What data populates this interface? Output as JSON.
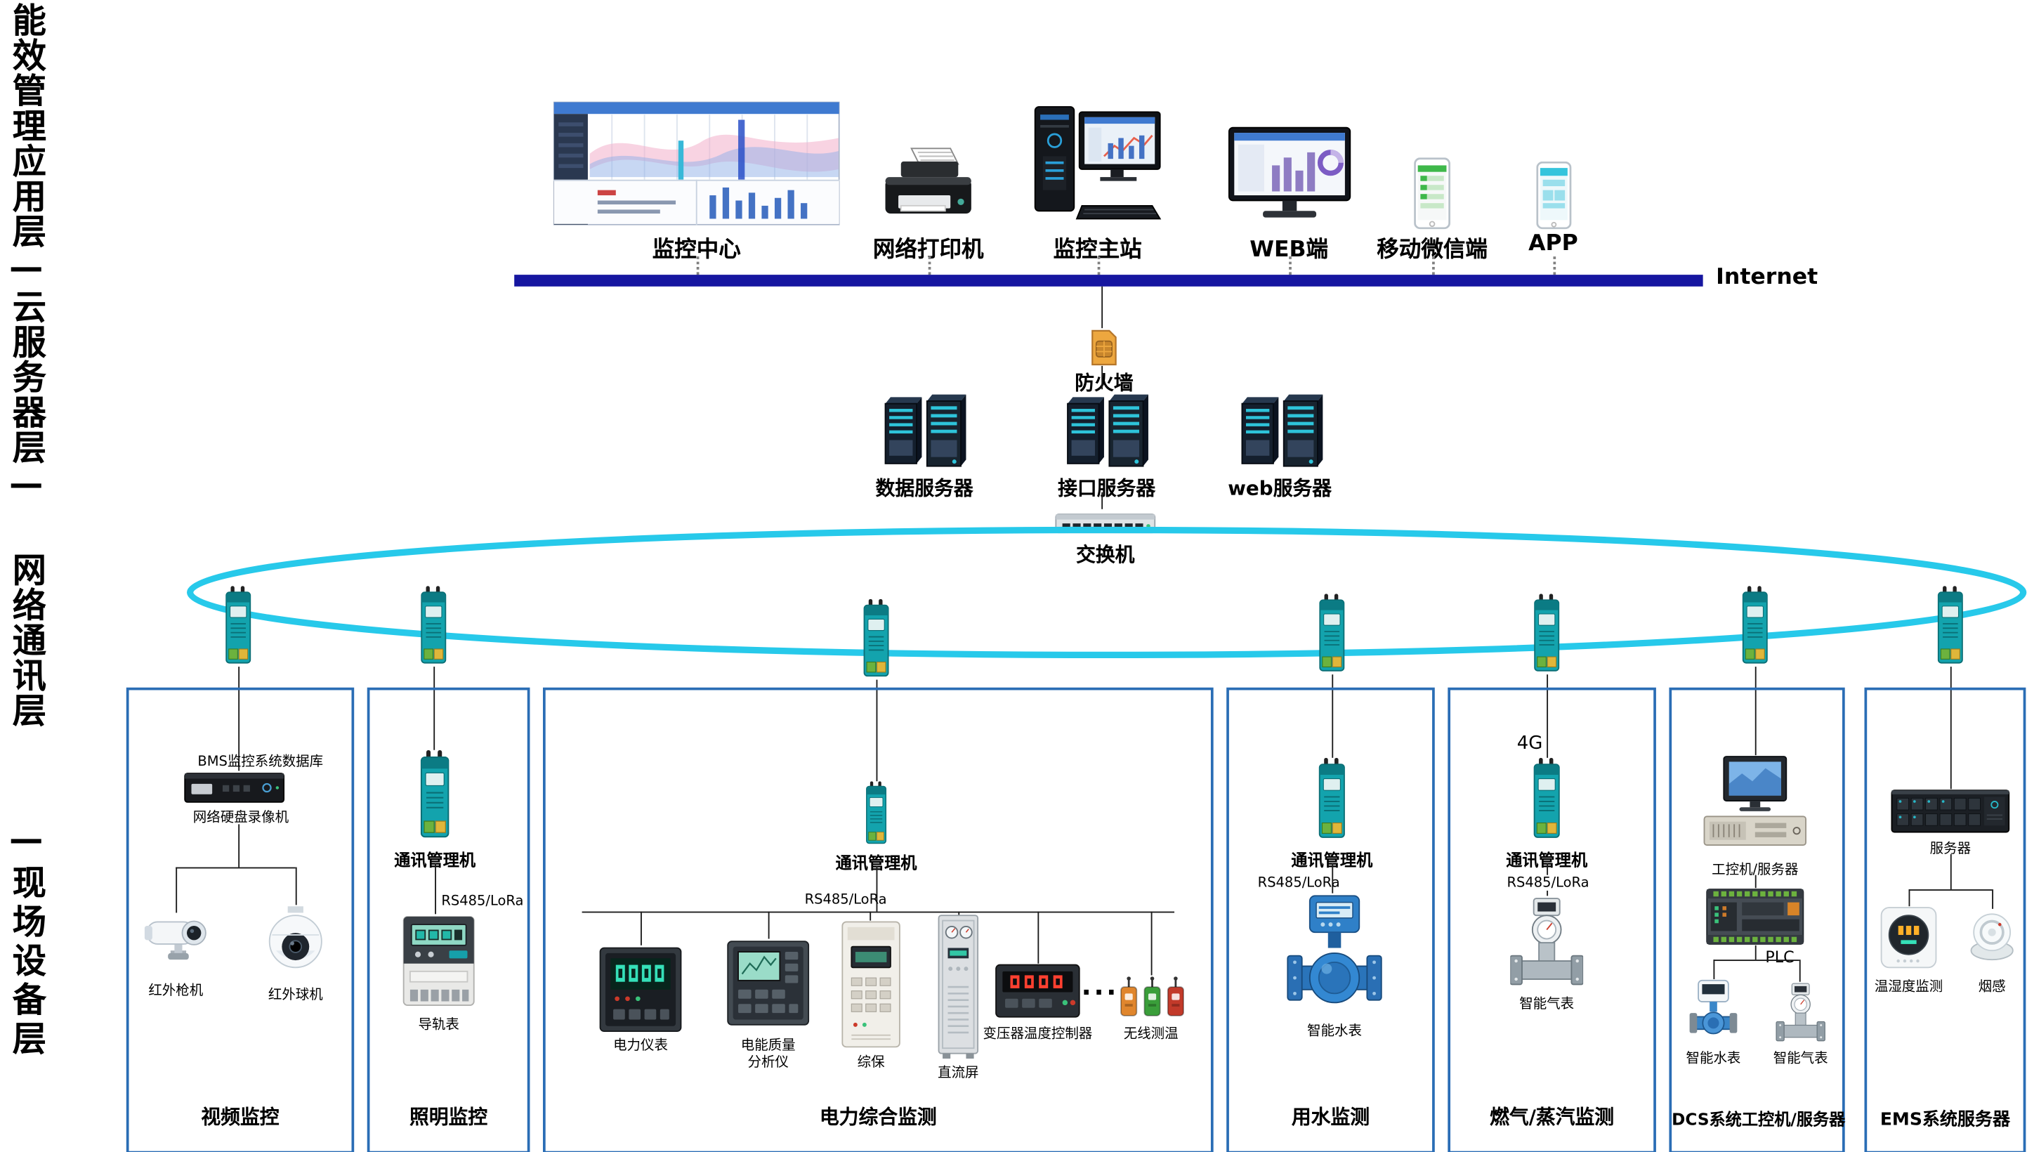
{
  "layers": {
    "left_labels": [
      {
        "text": "能效管理应用层"
      },
      {
        "text": "—"
      },
      {
        "text": "云服务器层"
      },
      {
        "text": "—"
      },
      {
        "text": "网络通讯层"
      },
      {
        "text": "—"
      },
      {
        "text": "现场设备层"
      }
    ]
  },
  "app_layer": {
    "nodes": [
      {
        "label": "监控中心"
      },
      {
        "label": "网络打印机"
      },
      {
        "label": "监控主站"
      },
      {
        "label": "WEB端"
      },
      {
        "label": "移动微信端"
      },
      {
        "label": "APP"
      }
    ],
    "internet_label": "Internet"
  },
  "cloud_layer": {
    "firewall_label": "防火墙",
    "servers": [
      {
        "label": "数据服务器"
      },
      {
        "label": "接口服务器"
      },
      {
        "label": "web服务器"
      }
    ],
    "switch_label": "交换机"
  },
  "field_layer": {
    "boxes": [
      {
        "title": "视频监控",
        "items": {
          "db": "BMS监控系统数据库",
          "nvr": "网络硬盘录像机",
          "bullet": "红外枪机",
          "dome": "红外球机"
        }
      },
      {
        "title": "照明监控",
        "items": {
          "comm": "通讯管理机",
          "bus": "RS485/LoRa",
          "meter": "导轨表"
        }
      },
      {
        "title": "电力综合监测",
        "items": {
          "comm": "通讯管理机",
          "bus": "RS485/LoRa",
          "power_meter": "电力仪表",
          "quality_line1": "电能质量",
          "quality_line2": "分析仪",
          "relay": "综保",
          "dc_panel": "直流屏",
          "temp_ctrl": "变压器温度控制器",
          "dots": "···",
          "wireless": "无线测温"
        }
      },
      {
        "title": "用水监测",
        "items": {
          "comm": "通讯管理机",
          "bus": "RS485/LoRa",
          "water": "智能水表"
        }
      },
      {
        "title": "燃气/蒸汽监测",
        "items": {
          "g4": "4G",
          "comm": "通讯管理机",
          "bus": "RS485/LoRa",
          "gas": "智能气表"
        }
      },
      {
        "title": "DCS系统工控机/服务器",
        "items": {
          "ipc": "工控机/服务器",
          "plc": "PLC",
          "water": "智能水表",
          "gas": "智能气表"
        }
      },
      {
        "title": "EMS系统服务器",
        "items": {
          "server": "服务器",
          "temp": "温湿度监测",
          "smoke": "烟感"
        }
      }
    ]
  },
  "colors": {
    "internet_bar": "#1616a0",
    "ring": "#27c9ea",
    "box_border": "#2a6db5",
    "device_teal": "#13a3ad"
  },
  "icon_names": [
    "monitoring-center-screenshot-icon",
    "network-printer-icon",
    "monitoring-master-station-icon",
    "web-terminal-monitor-icon",
    "wechat-phone-icon",
    "app-phone-icon",
    "firewall-icon",
    "server-rack-icon",
    "switch-icon",
    "comm-manager-icon",
    "nvr-icon",
    "bullet-camera-icon",
    "dome-camera-icon",
    "din-rail-meter-icon",
    "power-meter-icon",
    "power-quality-analyzer-icon",
    "protection-relay-icon",
    "dc-panel-icon",
    "transformer-temp-controller-icon",
    "wireless-temp-sensor-icon",
    "water-flowmeter-icon",
    "gas-turbine-meter-icon",
    "industrial-pc-icon",
    "plc-icon",
    "small-water-meter-icon",
    "rack-server-icon",
    "temp-humidity-monitor-icon",
    "smoke-detector-icon"
  ]
}
